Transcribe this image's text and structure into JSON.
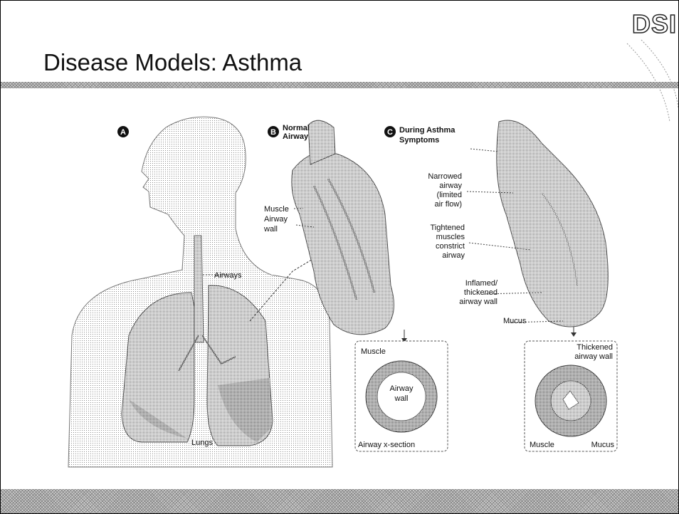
{
  "slide": {
    "title": "Disease Models: Asthma",
    "logo": "DSI"
  },
  "figure": {
    "panel_a": {
      "badge": "A",
      "airways": "Airways",
      "lungs": "Lungs"
    },
    "panel_b": {
      "badge": "B",
      "heading": [
        "Normal",
        "Airway"
      ],
      "muscle": "Muscle",
      "airway_wall": [
        "Airway",
        "wall"
      ],
      "cross_section": {
        "muscle": "Muscle",
        "center": [
          "Airway",
          "wall"
        ],
        "caption": "Airway x-section"
      }
    },
    "panel_c": {
      "badge": "C",
      "heading": [
        "During Asthma",
        "Symptoms"
      ],
      "narrowed": [
        "Narrowed",
        "airway",
        "(limited",
        "air flow)"
      ],
      "tightened": [
        "Tightened",
        "muscles",
        "constrict",
        "airway"
      ],
      "inflamed": [
        "Inflamed/",
        "thickened",
        "airway wall"
      ],
      "mucus": "Mucus",
      "cross_section": {
        "thickened": [
          "Thickened",
          "airway wall"
        ],
        "muscle": "Muscle",
        "mucus": "Mucus"
      }
    }
  }
}
